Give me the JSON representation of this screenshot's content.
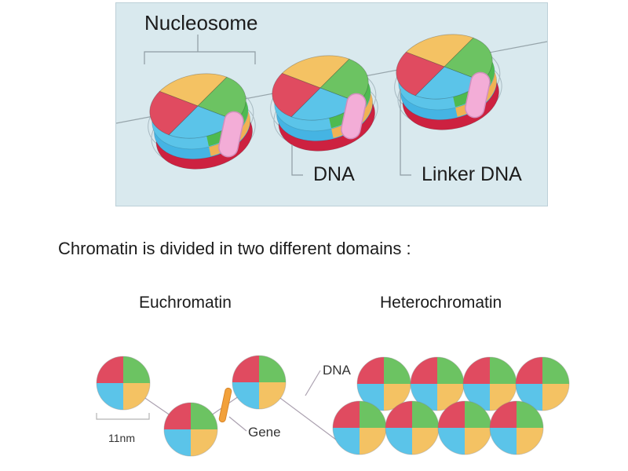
{
  "colors": {
    "red": "#e04b60",
    "red-dark": "#cd2140",
    "green": "#6cc362",
    "green-side": "#4eba50",
    "blue": "#5bc4e9",
    "blue-side": "#45b4e3",
    "orange": "#f4c263",
    "orange-side": "#f0b254",
    "pink": "#f3add7",
    "pink-stroke": "#d18fbd",
    "gene": "#f2a13b",
    "gene-stroke": "#d9862a",
    "panel-bg": "#d9e9ee",
    "panel-border": "#bdd0d8",
    "strand": "#97a5ab",
    "bracket": "#8f9ca3",
    "thinline": "#aba1b0",
    "wrap": "#a8bac2"
  },
  "top_panel": {
    "labels": {
      "nucleosome": "Nucleosome",
      "dna": "DNA",
      "linker_dna": "Linker DNA"
    },
    "nucleosome_count": 3
  },
  "caption": "Chromatin is divided in two different domains :",
  "euchromatin": {
    "label": "Euchromatin",
    "scale": "11nm",
    "gene": "Gene",
    "dna": "DNA",
    "bead_count": 3
  },
  "heterochromatin": {
    "label": "Heterochromatin",
    "rows": [
      4,
      4
    ]
  }
}
